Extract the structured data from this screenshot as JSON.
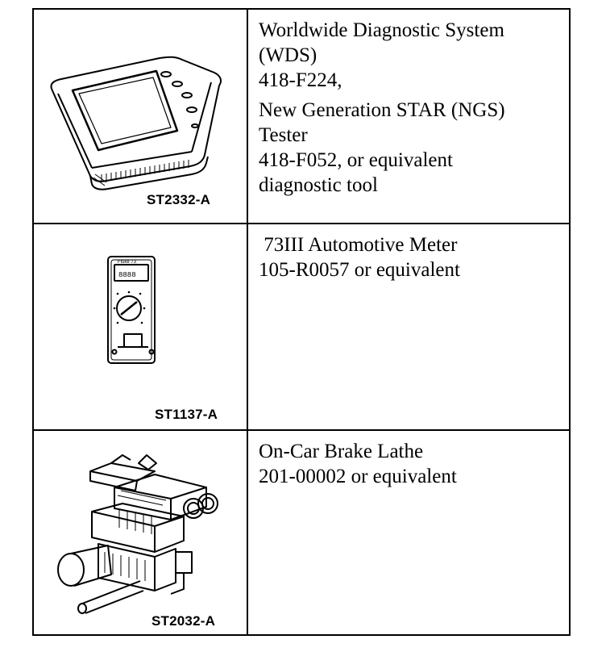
{
  "rows": [
    {
      "ref": "ST2332-A",
      "image_icon": "diagnostic-tester-icon",
      "lines": [
        "Worldwide Diagnostic System",
        "(WDS)",
        "418-F224,",
        "New Generation STAR (NGS)",
        "Tester",
        "418-F052, or equivalent",
        "diagnostic tool"
      ]
    },
    {
      "ref": "ST1137-A",
      "image_icon": "multimeter-icon",
      "lines": [
        " 73III Automotive Meter",
        "105-R0057 or equivalent"
      ]
    },
    {
      "ref": "ST2032-A",
      "image_icon": "brake-lathe-icon",
      "lines": [
        "On-Car Brake Lathe",
        "201-00002 or equivalent"
      ]
    }
  ]
}
